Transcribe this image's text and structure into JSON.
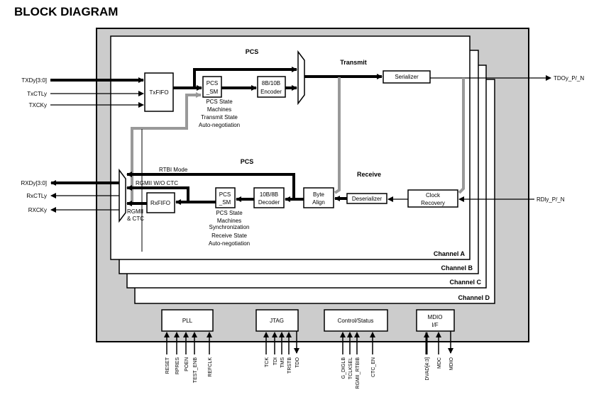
{
  "title": "BLOCK DIAGRAM",
  "channels": [
    "Channel A",
    "Channel B",
    "Channel C",
    "Channel D"
  ],
  "transmit": {
    "section_label": "PCS",
    "path_label": "Transmit",
    "inputs": [
      "TXDy[3:0]",
      "TxCTLy",
      "TXCKy"
    ],
    "txfifo": "TxFIFO",
    "pcs_sm": [
      "PCS",
      "_SM"
    ],
    "encoder": [
      "8B/10B",
      "Encoder"
    ],
    "pcs_notes": [
      "PCS State",
      "Machines",
      "Transmit State",
      "Auto-negotiation"
    ],
    "serializer": "Serializer",
    "output": "TDOy_P/_N"
  },
  "receive": {
    "section_label": "PCS",
    "path_label": "Receive",
    "outputs": [
      "RXDy[3:0]",
      "RxCTLy",
      "RXCKy"
    ],
    "rxfifo": "RxFIFO",
    "pcs_sm": [
      "PCS",
      "_SM"
    ],
    "decoder": [
      "10B/8B",
      "Decoder"
    ],
    "byte_align": [
      "Byte",
      "Align"
    ],
    "deserializer": "Deserializer",
    "clock_recovery": [
      "Clock",
      "Recovery"
    ],
    "input": "RDly_P/_N",
    "rtbi_mode": "RTBI Mode",
    "rgmii_wo_ctc": "RGMII W/O CTC",
    "rgmii_ctc": [
      "RGMII",
      "& CTC"
    ],
    "pcs_notes": [
      "PCS State",
      "Machines",
      "Synchronization",
      "Receive State",
      "Auto-negotiation"
    ]
  },
  "blocks": {
    "pll": {
      "label": "PLL",
      "pins": [
        "RESET",
        "RPRES",
        "POEN",
        "TEST_ENB",
        "REFCLK"
      ]
    },
    "jtag": {
      "label": "JTAG",
      "pins": [
        "TCK",
        "TDI",
        "TMS",
        "TRSTB",
        "TDO"
      ]
    },
    "control": {
      "label": "Control/Status",
      "pins": [
        "G_DIGLB",
        "TCLKSEL",
        "RGMII_RTBIB",
        "CTC_EN"
      ]
    },
    "mdio": {
      "label": [
        "MDIO",
        "I/F"
      ],
      "pins": [
        "DVAD[4:3]",
        "MDC",
        "MDIO"
      ]
    }
  },
  "colors": {
    "background_frame": "#cccccc",
    "loopback": "#999999"
  }
}
